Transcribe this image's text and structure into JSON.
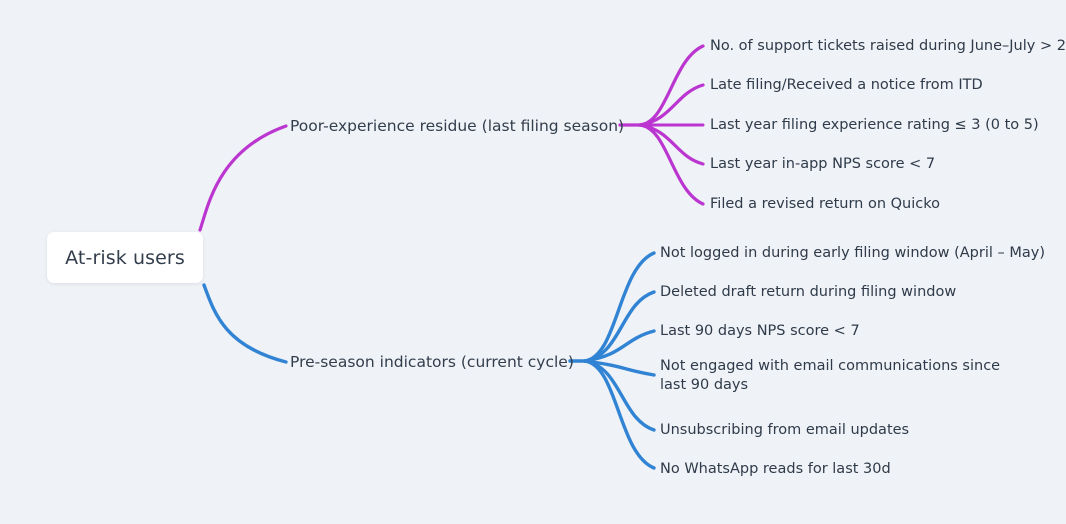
{
  "diagram": {
    "type": "mindmap",
    "background_color": "#eff2f6",
    "root": {
      "label": "At-risk users",
      "text_color": "#333e4d",
      "box_color": "#ffffff"
    },
    "branches": [
      {
        "label": "Poor-experience residue (last filing season)",
        "color": "#bb35d0",
        "children": [
          "No. of support tickets raised during June–July > 2",
          "Late filing/Received a notice from ITD",
          "Last year filing experience rating ≤ 3 (0 to 5)",
          "Last year in-app NPS score < 7",
          "Filed a revised return on Quicko"
        ]
      },
      {
        "label": "Pre-season indicators (current cycle)",
        "color": "#3183d4",
        "children": [
          "Not logged in during early filing window (April – May)",
          "Deleted draft return during filing window",
          "Last 90 days NPS score < 7",
          "Not engaged with email communications since last 90 days",
          "Unsubscribing from email updates",
          "No WhatsApp reads for last 30d"
        ]
      }
    ]
  }
}
